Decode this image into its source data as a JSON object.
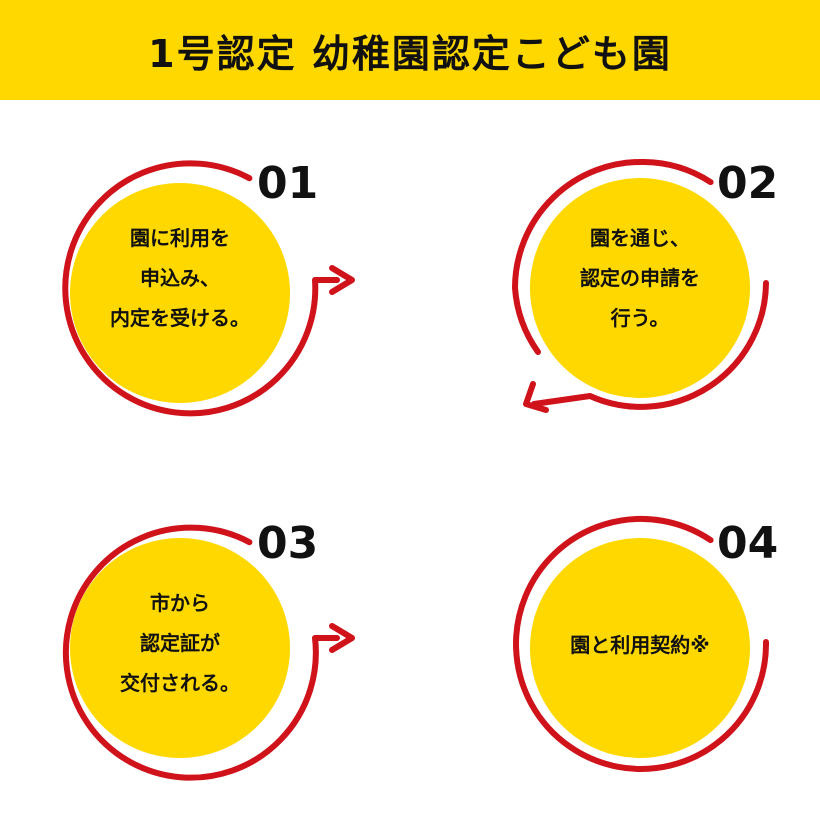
{
  "header": {
    "title": "1号認定 幼稚園認定こども園"
  },
  "colors": {
    "accent_yellow": "#FFD800",
    "ring_red": "#D0121B",
    "text": "#111111"
  },
  "steps": [
    {
      "number": "01",
      "lines": [
        "園に利用を",
        "申込み、",
        "内定を受ける。"
      ]
    },
    {
      "number": "02",
      "lines": [
        "園を通じ、",
        "認定の申請を",
        "行う。"
      ]
    },
    {
      "number": "03",
      "lines": [
        "市から",
        "認定証が",
        "交付される。"
      ]
    },
    {
      "number": "04",
      "lines": [
        "園と利用契約※"
      ]
    }
  ]
}
